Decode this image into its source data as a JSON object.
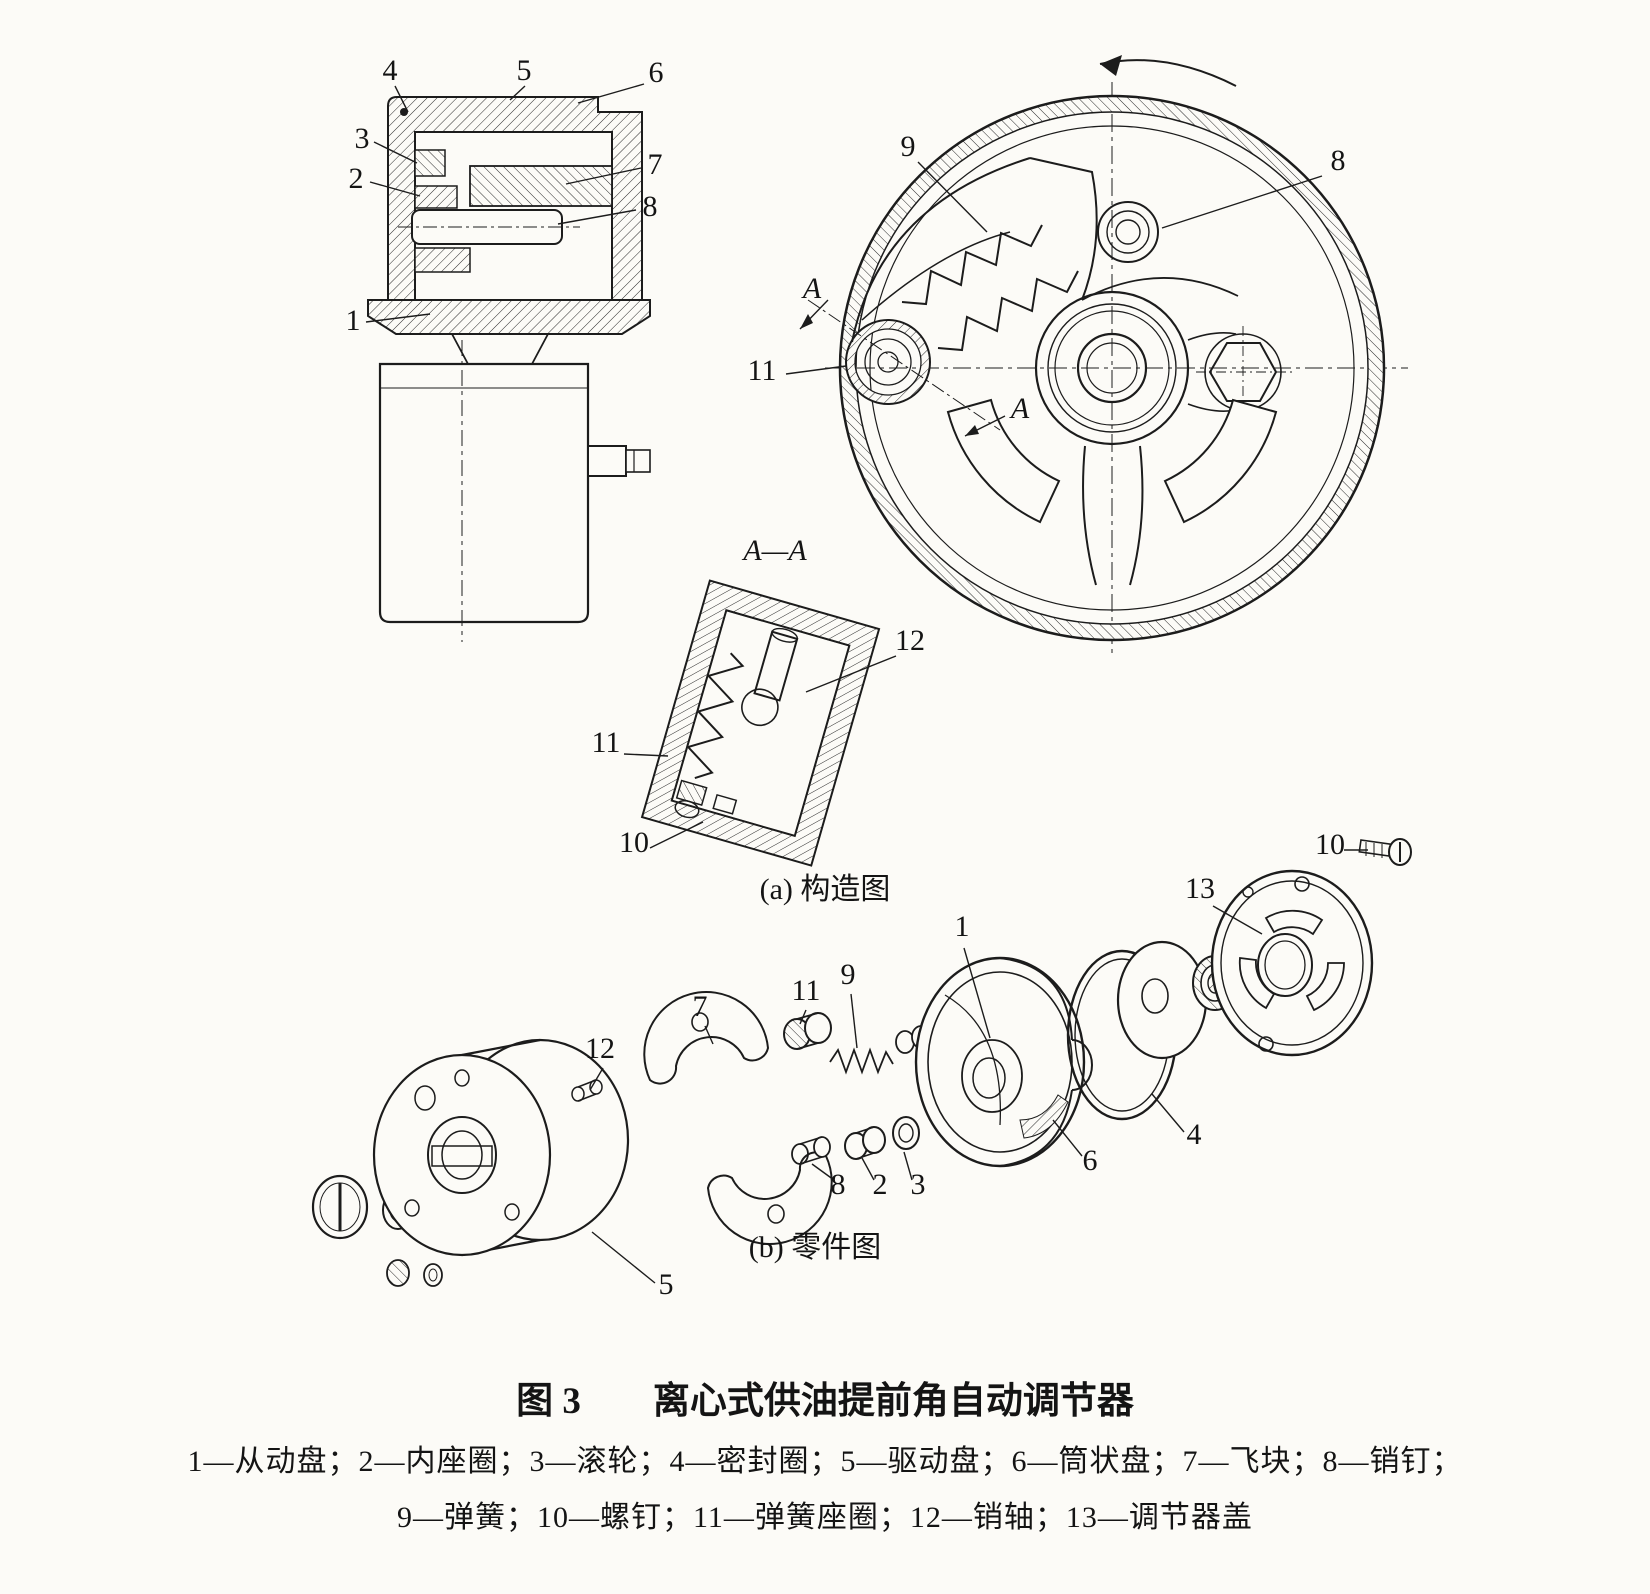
{
  "captions": {
    "a": "(a) 构造图",
    "b": "(b) 零件图",
    "fig_no": "图 3",
    "title": "离心式供油提前角自动调节器",
    "section": "A—A",
    "legend1": "1—从动盘；2—内座圈；3—滚轮；4—密封圈；5—驱动盘；6—筒状盘；7—飞块；8—销钉；",
    "legend2": "9—弹簧；10—螺钉；11—弹簧座圈；12—销轴；13—调节器盖"
  },
  "labels": {
    "sectional": {
      "n1": "1",
      "n2": "2",
      "n3": "3",
      "n4": "4",
      "n5": "5",
      "n6": "6",
      "n7": "7",
      "n8": "8"
    },
    "front": {
      "n8": "8",
      "n9": "9",
      "n11": "11",
      "a1": "A",
      "a2": "A"
    },
    "aa": {
      "n10": "10",
      "n11": "11",
      "n12": "12"
    },
    "exploded": {
      "n1": "1",
      "n2": "2",
      "n3": "3",
      "n4": "4",
      "n5": "5",
      "n6": "6",
      "n7": "7",
      "n8": "8",
      "n9": "9",
      "n10": "10",
      "n11": "11",
      "n12": "12",
      "n13": "13"
    }
  }
}
